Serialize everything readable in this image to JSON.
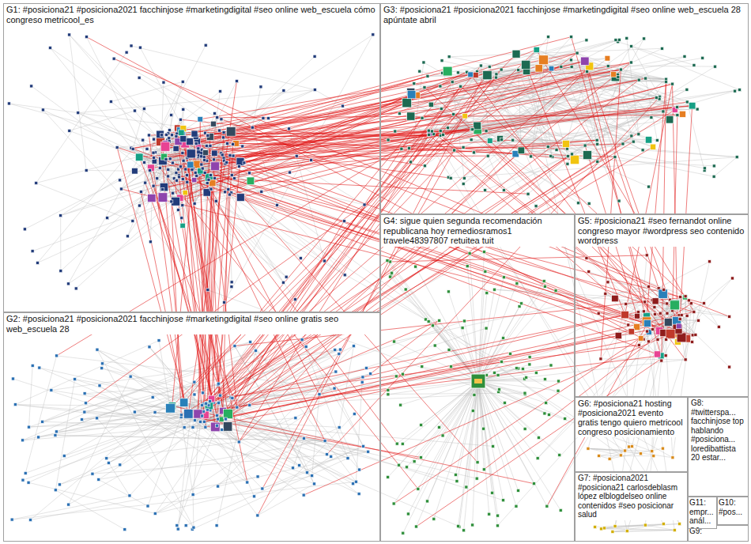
{
  "diagram": {
    "nodes": [
      {
        "text": [
          "G1: #posiciona21 #posiciona2021 facchinjose #marketingdigital #seo online web_escuela cómo congreso metricool_es"
        ]
      },
      {
        "text": [
          "G2: #posiciona21 #posiciona2021 facchinjose #marketingdigital #seo online gratis seo web_escuela 28"
        ]
      },
      {
        "text": [
          "G3: #posiciona21 #posiciona2021 facchinjose #marketingdigital #seo online web_escuela 28 apúntate abril"
        ]
      },
      {
        "text": [
          "G4: sigue quien segunda recomendación republicana hoy remediosramos1 travele48397807 retuitea tuit"
        ]
      },
      {
        "text": [
          "G5: #posiciona21 #seo fernandot online congreso mayor #wordpress seo contenido wordpress"
        ]
      },
      {
        "text": [
          "G6: #posiciona21 hosting #posiciona2021 evento gratis tengo quiero metricool congreso posicionamiento"
        ]
      },
      {
        "text": [
          "G7: #posiciona2021 #posiciona21 carlosdeblasm lópez elblogdelseo online contenidos #seo posicionar salud"
        ]
      },
      {
        "text": [
          "G8: #twitterspa... facchinjose top hablando #posiciona... loredibattista 20 estar..."
        ]
      },
      {
        "text": [
          "G9:"
        ]
      },
      {
        "text": [
          "G10: #pos..."
        ]
      },
      {
        "text": [
          "G11: empr... anál..."
        ]
      }
    ]
  }
}
